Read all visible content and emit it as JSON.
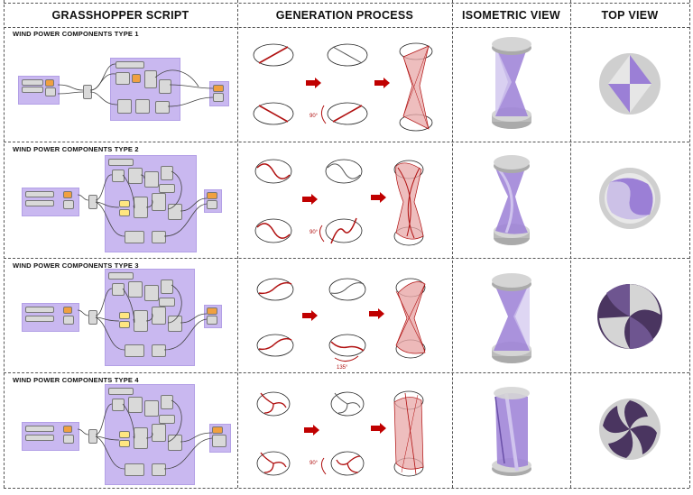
{
  "headers": {
    "script": "GRASSHOPPER SCRIPT",
    "process": "GENERATION PROCESS",
    "iso": "ISOMETRIC VIEW",
    "top": "TOP VIEW"
  },
  "rows": [
    {
      "title": "WIND POWER COMPONENTS TYPE 1",
      "angle": "90°"
    },
    {
      "title": "WIND POWER COMPONENTS TYPE 2",
      "angle": "90°"
    },
    {
      "title": "WIND POWER COMPONENTS TYPE 3",
      "angle": "135°"
    },
    {
      "title": "WIND POWER COMPONENTS TYPE 4",
      "angle": "90°"
    }
  ],
  "colors": {
    "curve": "#b01010",
    "arrow": "#c00000",
    "surface": "#e8a8a8",
    "purple": "#9b7fd6",
    "dark_purple": "#4a3560",
    "gray": "#c8c8c8",
    "group_bg": "#c9b8f0"
  }
}
